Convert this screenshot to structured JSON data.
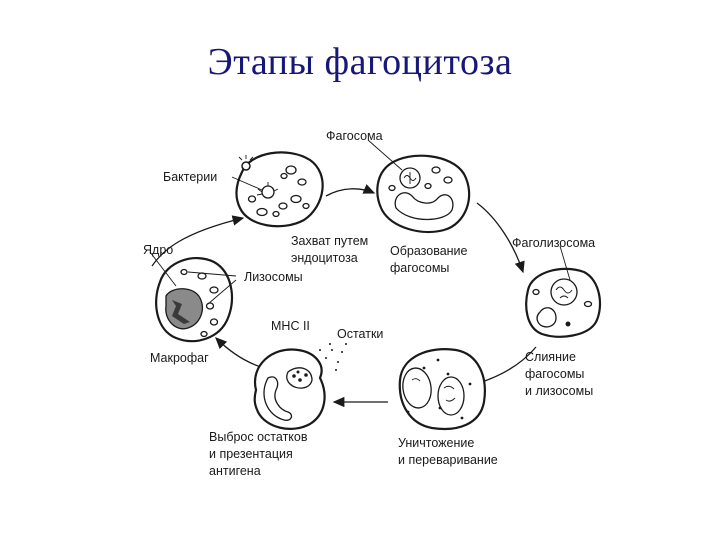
{
  "title": "Этапы фагоцитоза",
  "labels": {
    "phagosome": "Фагосома",
    "bacteria": "Бактерии",
    "capture_1": "Захват путем",
    "capture_2": "эндоцитоза",
    "formation_1": "Образование",
    "formation_2": "фагосомы",
    "phagolysosome": "Фаголизосома",
    "nucleus": "Ядро",
    "lysosomes": "Лизосомы",
    "fusion_1": "Слияние",
    "fusion_2": "фагосомы",
    "fusion_3": "и лизосомы",
    "mhc": "MHC II",
    "remnants": "Остатки",
    "macrophage": "Макрофаг",
    "release_1": "Выброс остатков",
    "release_2": "и презентация",
    "release_3": "антигена",
    "destroy_1": "Уничтожение",
    "destroy_2": "и переваривание"
  }
}
